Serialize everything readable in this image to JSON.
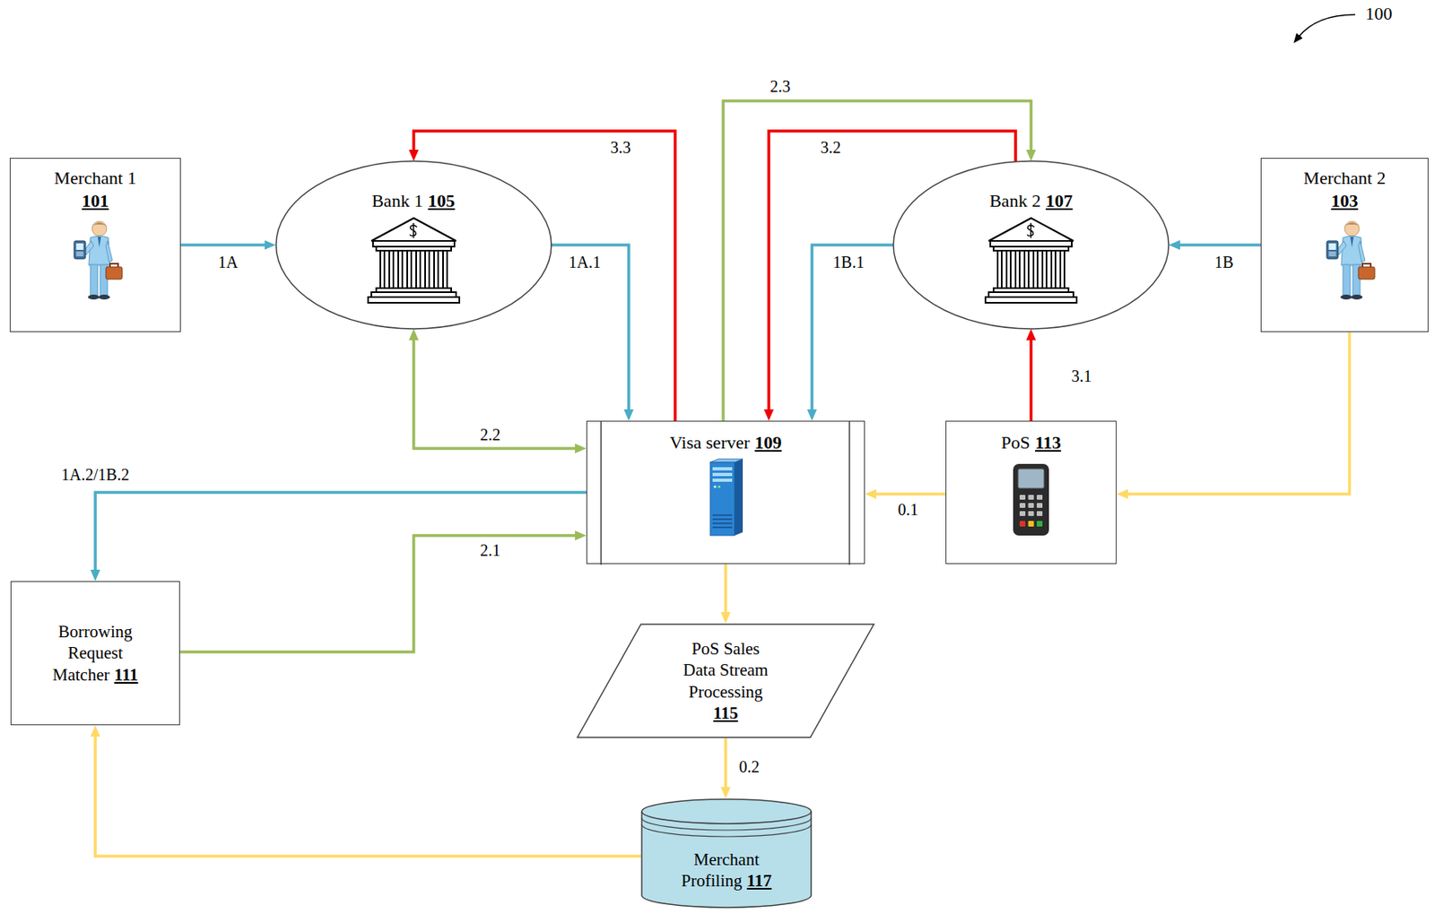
{
  "diagram": {
    "nodes": [
      {
        "text": [
          "Merchant 1",
          "101"
        ]
      },
      {
        "text": [
          "Bank 1",
          "105"
        ]
      },
      {
        "text": [
          "Bank 2",
          "107"
        ]
      },
      {
        "text": [
          "Merchant 2",
          "103"
        ]
      },
      {
        "text": [
          "Visa server",
          "109"
        ]
      },
      {
        "text": [
          "PoS",
          "113"
        ]
      },
      {
        "text": [
          "Borrowing Request Matcher",
          "111"
        ]
      },
      {
        "text": [
          "PoS Sales Data Stream Processing",
          "115"
        ]
      },
      {
        "text": [
          "Merchant Profiling",
          "117"
        ]
      }
    ],
    "edges": [
      {
        "from": 0,
        "to": 1,
        "label": "1A",
        "arrow": "to"
      },
      {
        "from": 1,
        "to": 4,
        "label": "1A.1",
        "arrow": "to"
      },
      {
        "from": 3,
        "to": 2,
        "label": "1B",
        "arrow": "to"
      },
      {
        "from": 2,
        "to": 4,
        "label": "1B.1",
        "arrow": "to"
      },
      {
        "from": 4,
        "to": 6,
        "label": "1A.2/1B.2",
        "arrow": "to"
      },
      {
        "from": 6,
        "to": 4,
        "label": "2.1",
        "arrow": "to"
      },
      {
        "from": 1,
        "to": 4,
        "label": "2.2",
        "arrow": "both"
      },
      {
        "from": 4,
        "to": 2,
        "label": "2.3",
        "arrow": "to"
      },
      {
        "from": 5,
        "to": 2,
        "label": "3.1",
        "arrow": "to"
      },
      {
        "from": 2,
        "to": 4,
        "label": "3.2",
        "arrow": "to"
      },
      {
        "from": 4,
        "to": 1,
        "label": "3.3",
        "arrow": "to"
      },
      {
        "from": 5,
        "to": 4,
        "label": "0.1",
        "arrow": "to"
      },
      {
        "from": 3,
        "to": 5,
        "arrow": "to"
      },
      {
        "from": 4,
        "to": 7,
        "arrow": "to"
      },
      {
        "from": 7,
        "to": 8,
        "label": "0.2",
        "arrow": "to"
      },
      {
        "from": 8,
        "to": 6,
        "arrow": "to"
      }
    ],
    "labels": [
      "100"
    ]
  }
}
